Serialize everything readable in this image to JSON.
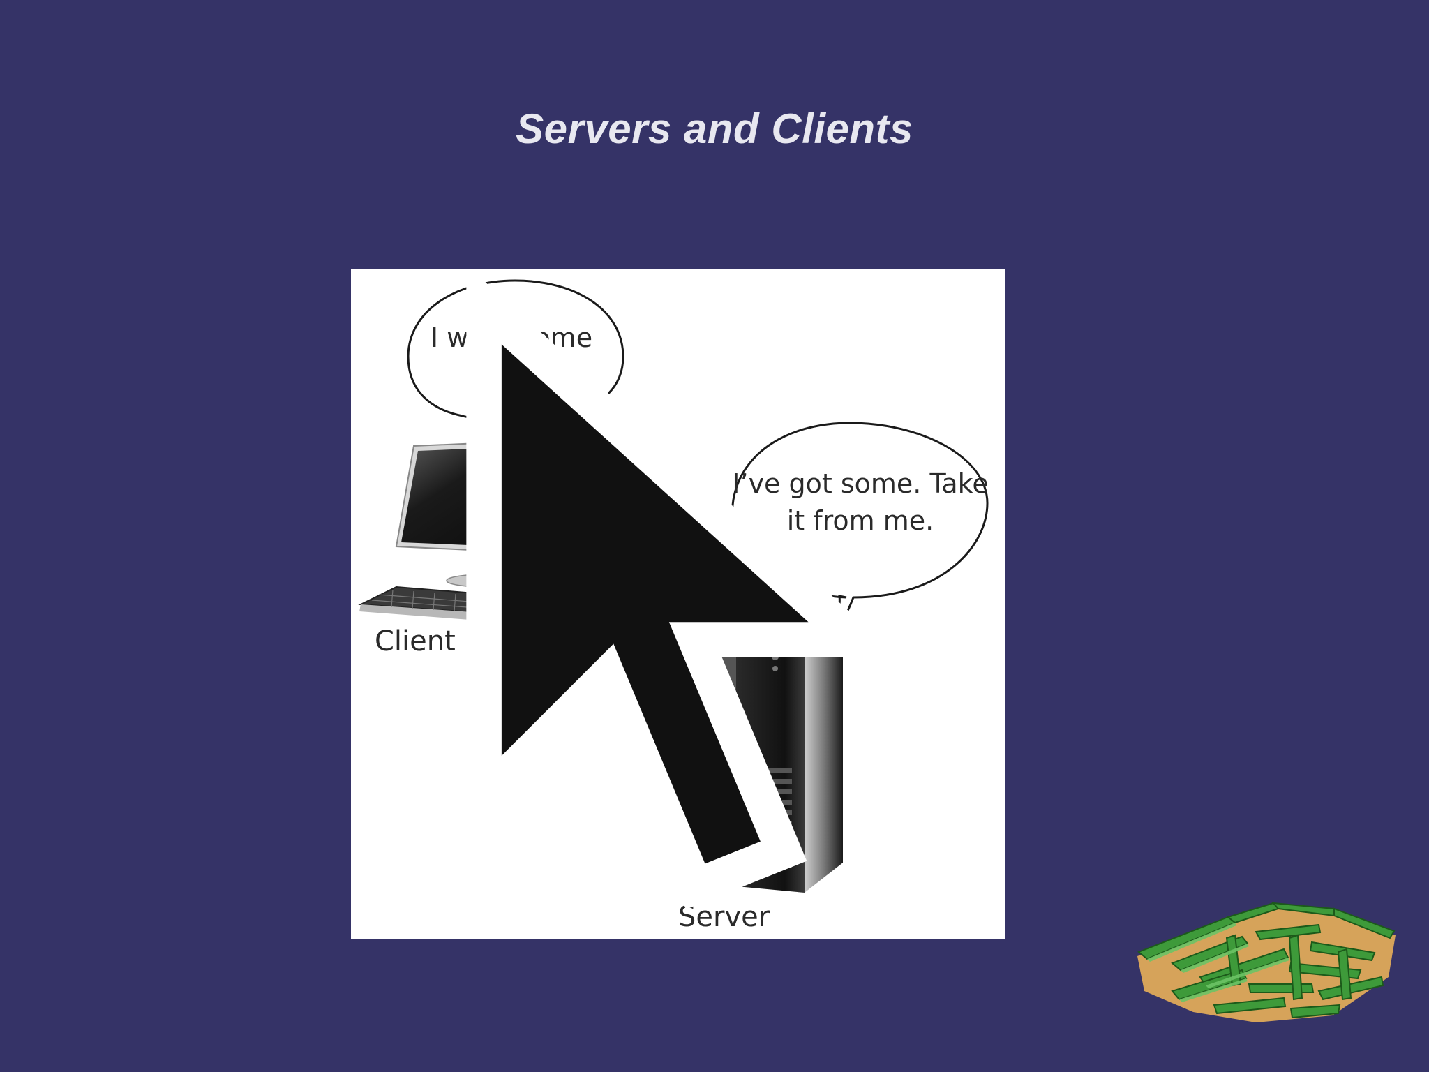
{
  "slide": {
    "title": "Servers and Clients"
  },
  "figure": {
    "client_speech": "I want some music.",
    "server_speech": "I’ve got some. Take it from me.",
    "client_label": "Client",
    "server_label": "Server"
  },
  "icons": {
    "client": "desktop-computer-icon",
    "server": "tower-server-icon",
    "cursor": "mouse-pointer-icon",
    "logo": "maze-icon"
  },
  "colors": {
    "background": "#353367",
    "title": "#e8e8f0",
    "figure_background": "#ffffff",
    "maze_green": "#3e9a3a",
    "maze_floor": "#d6a35a"
  }
}
